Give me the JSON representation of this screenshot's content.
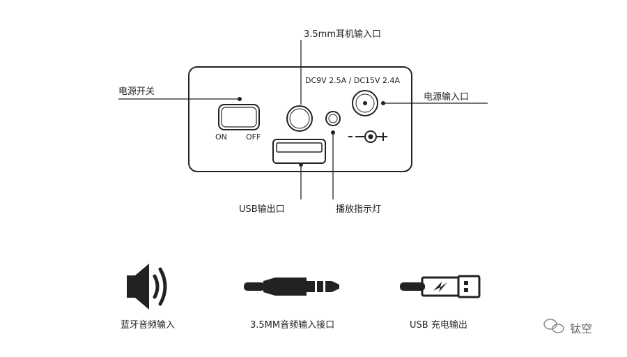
{
  "panel": {
    "labels": {
      "headphone_input": "3.5mm耳机输入口",
      "power_switch": "电源开关",
      "power_input": "电源输入口",
      "dc_rating": "DC9V 2.5A / DC15V 2.4A",
      "on": "ON",
      "off": "OFF",
      "usb_output": "USB输出口",
      "play_indicator": "播放指示灯"
    }
  },
  "features": [
    {
      "icon": "speaker-icon",
      "label": "蓝牙音频输入"
    },
    {
      "icon": "audio-jack-icon",
      "label": "3.5MM音频输入接口"
    },
    {
      "icon": "usb-charge-icon",
      "label": "USB 充电输出"
    }
  ],
  "watermark": {
    "text": "钛空"
  }
}
